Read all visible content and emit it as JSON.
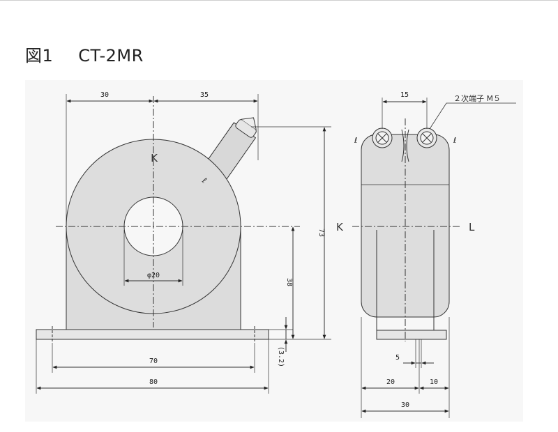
{
  "figure": {
    "number": "図1",
    "model": "CT-2MR"
  },
  "front_view": {
    "dims": {
      "top_left": "30",
      "top_right": "35",
      "hole": "φ20",
      "height_total": "73",
      "height_center": "38",
      "base_thickness": "(3.2)",
      "hole_pitch": "70",
      "base_width": "80"
    },
    "labels": {
      "primary_k": "K",
      "secondary_l": "ℓ"
    }
  },
  "side_view": {
    "dims": {
      "terminal_pitch": "15",
      "slot": "5",
      "base_left": "20",
      "base_right": "10",
      "overall_width": "30"
    },
    "labels": {
      "terminal_note": "２次端子 M５",
      "left_terminal": "ℓ",
      "right_terminal": "ℓ",
      "k": "K",
      "l": "L"
    }
  },
  "colors": {
    "body_fill": "#dddddd",
    "base_fill": "#e4e4e4",
    "line": "#333333",
    "panel": "#f7f7f7"
  }
}
